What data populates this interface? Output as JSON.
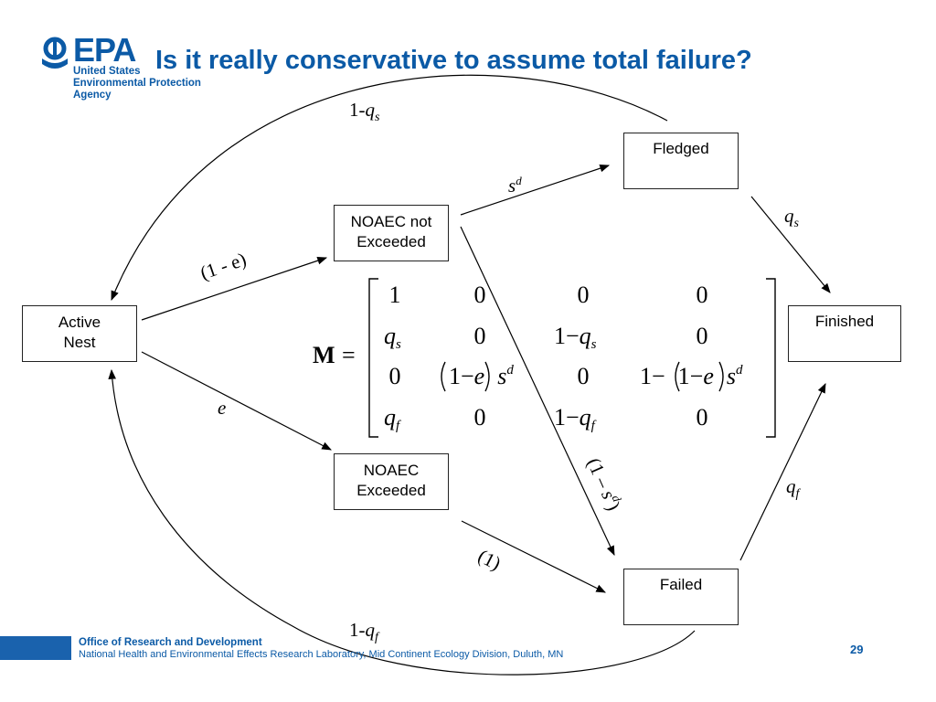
{
  "header": {
    "logo_word": "EPA",
    "logo_lines": [
      "United States",
      "Environmental Protection",
      "Agency"
    ],
    "title": "Is it really conservative to assume total failure?"
  },
  "nodes": {
    "active_nest": [
      "Active",
      "Nest"
    ],
    "noaec_not_exceeded": [
      "NOAEC not",
      "Exceeded"
    ],
    "noaec_exceeded": [
      "NOAEC",
      "Exceeded"
    ],
    "fledged": [
      "Fledged"
    ],
    "failed": [
      "Failed"
    ],
    "finished": [
      "Finished"
    ]
  },
  "edge_labels": {
    "one_minus_qs": {
      "prefix": "1-",
      "var": "q",
      "sub": "s"
    },
    "one_minus_qf": {
      "prefix": "1-",
      "var": "q",
      "sub": "f"
    },
    "one_minus_e": "(1 - e)",
    "e": "e",
    "sd": {
      "var": "s",
      "sup": "d"
    },
    "qs": {
      "var": "q",
      "sub": "s"
    },
    "qf": {
      "var": "q",
      "sub": "f"
    },
    "one": "(1)",
    "one_minus_sd": "(1 – sᵈ)"
  },
  "matrix": {
    "name": "M",
    "equals": "=",
    "rows": [
      [
        "1",
        "0",
        "0",
        "0"
      ],
      [
        "q_s",
        "0",
        "1−q_s",
        "0"
      ],
      [
        "0",
        "(1−e)s^d",
        "0",
        "1−(1−e)s^d"
      ],
      [
        "q_f",
        "0",
        "1−q_f",
        "0"
      ]
    ]
  },
  "footer": {
    "line1": "Office of Research and Development",
    "line2": "National Health and Environmental Effects Research Laboratory, Mid Continent Ecology Division, Duluth, MN",
    "page": "29"
  },
  "colors": {
    "brand_blue": "#0b5aa6",
    "footer_bar": "#1a62ad"
  }
}
